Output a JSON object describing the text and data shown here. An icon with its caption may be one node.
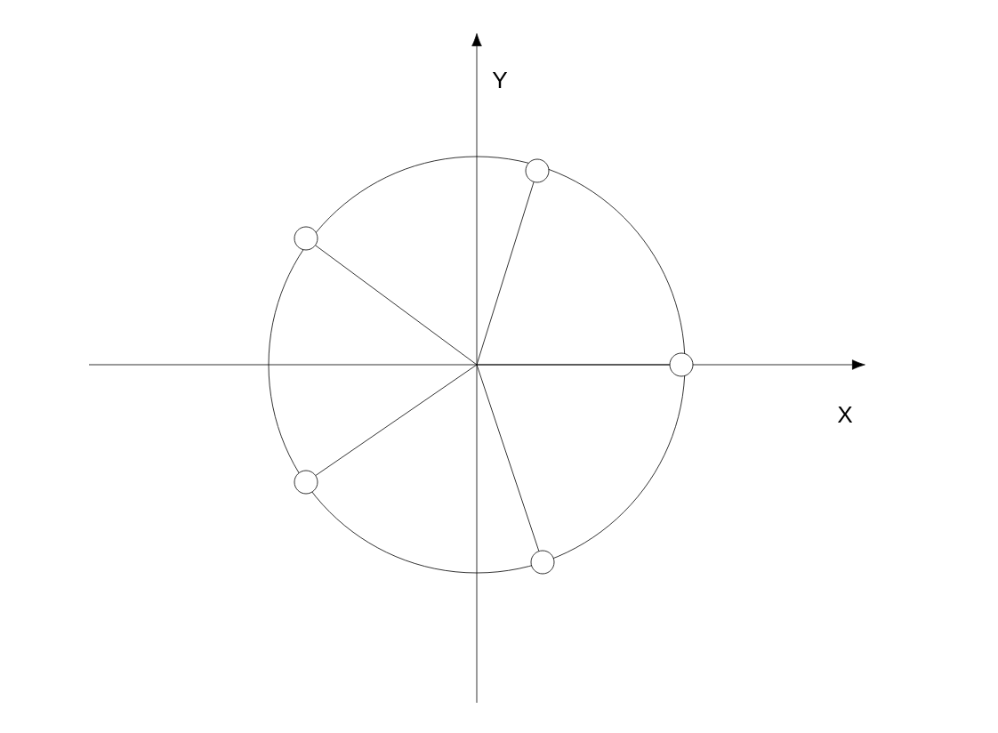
{
  "diagram": {
    "nodes": [
      {
        "text": [],
        "shape": "circle"
      },
      {
        "text": [],
        "shape": "circle"
      },
      {
        "text": [],
        "shape": "circle"
      },
      {
        "text": [],
        "shape": "circle"
      },
      {
        "text": [],
        "shape": "circle"
      }
    ],
    "edges": [
      {
        "from": null,
        "to": 0,
        "arrow": "none"
      },
      {
        "from": null,
        "to": 1,
        "arrow": "none"
      },
      {
        "from": null,
        "to": 2,
        "arrow": "none"
      },
      {
        "from": null,
        "to": 3,
        "arrow": "none"
      },
      {
        "from": null,
        "to": 4,
        "arrow": "none"
      }
    ],
    "labels": [
      "Y",
      "X"
    ]
  }
}
